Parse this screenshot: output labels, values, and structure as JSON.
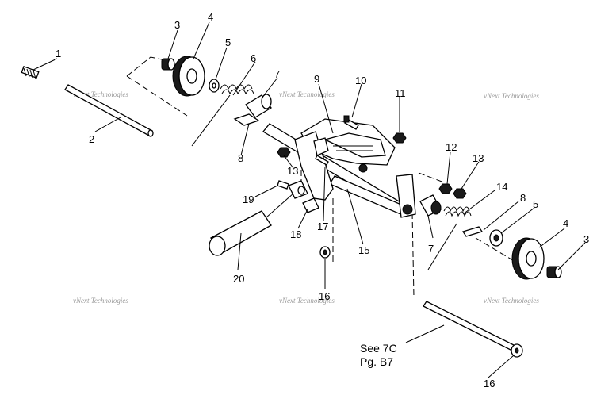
{
  "watermark": "vNext Technologies",
  "reference": {
    "line1": "See 7C",
    "line2": "Pg. B7"
  },
  "callouts": [
    {
      "id": "c1",
      "label": "1"
    },
    {
      "id": "c2",
      "label": "2"
    },
    {
      "id": "c3a",
      "label": "3"
    },
    {
      "id": "c4a",
      "label": "4"
    },
    {
      "id": "c5a",
      "label": "5"
    },
    {
      "id": "c6",
      "label": "6"
    },
    {
      "id": "c7a",
      "label": "7"
    },
    {
      "id": "c8a",
      "label": "8"
    },
    {
      "id": "c9",
      "label": "9"
    },
    {
      "id": "c10",
      "label": "10"
    },
    {
      "id": "c11",
      "label": "11"
    },
    {
      "id": "c12",
      "label": "12"
    },
    {
      "id": "c13a",
      "label": "13"
    },
    {
      "id": "c13b",
      "label": "13"
    },
    {
      "id": "c14",
      "label": "14"
    },
    {
      "id": "c8b",
      "label": "8"
    },
    {
      "id": "c5b",
      "label": "5"
    },
    {
      "id": "c4b",
      "label": "4"
    },
    {
      "id": "c3b",
      "label": "3"
    },
    {
      "id": "c19",
      "label": "19"
    },
    {
      "id": "c18",
      "label": "18"
    },
    {
      "id": "c17",
      "label": "17"
    },
    {
      "id": "c15",
      "label": "15"
    },
    {
      "id": "c7b",
      "label": "7"
    },
    {
      "id": "c20",
      "label": "20"
    },
    {
      "id": "c16a",
      "label": "16"
    },
    {
      "id": "c16b",
      "label": "16"
    }
  ]
}
